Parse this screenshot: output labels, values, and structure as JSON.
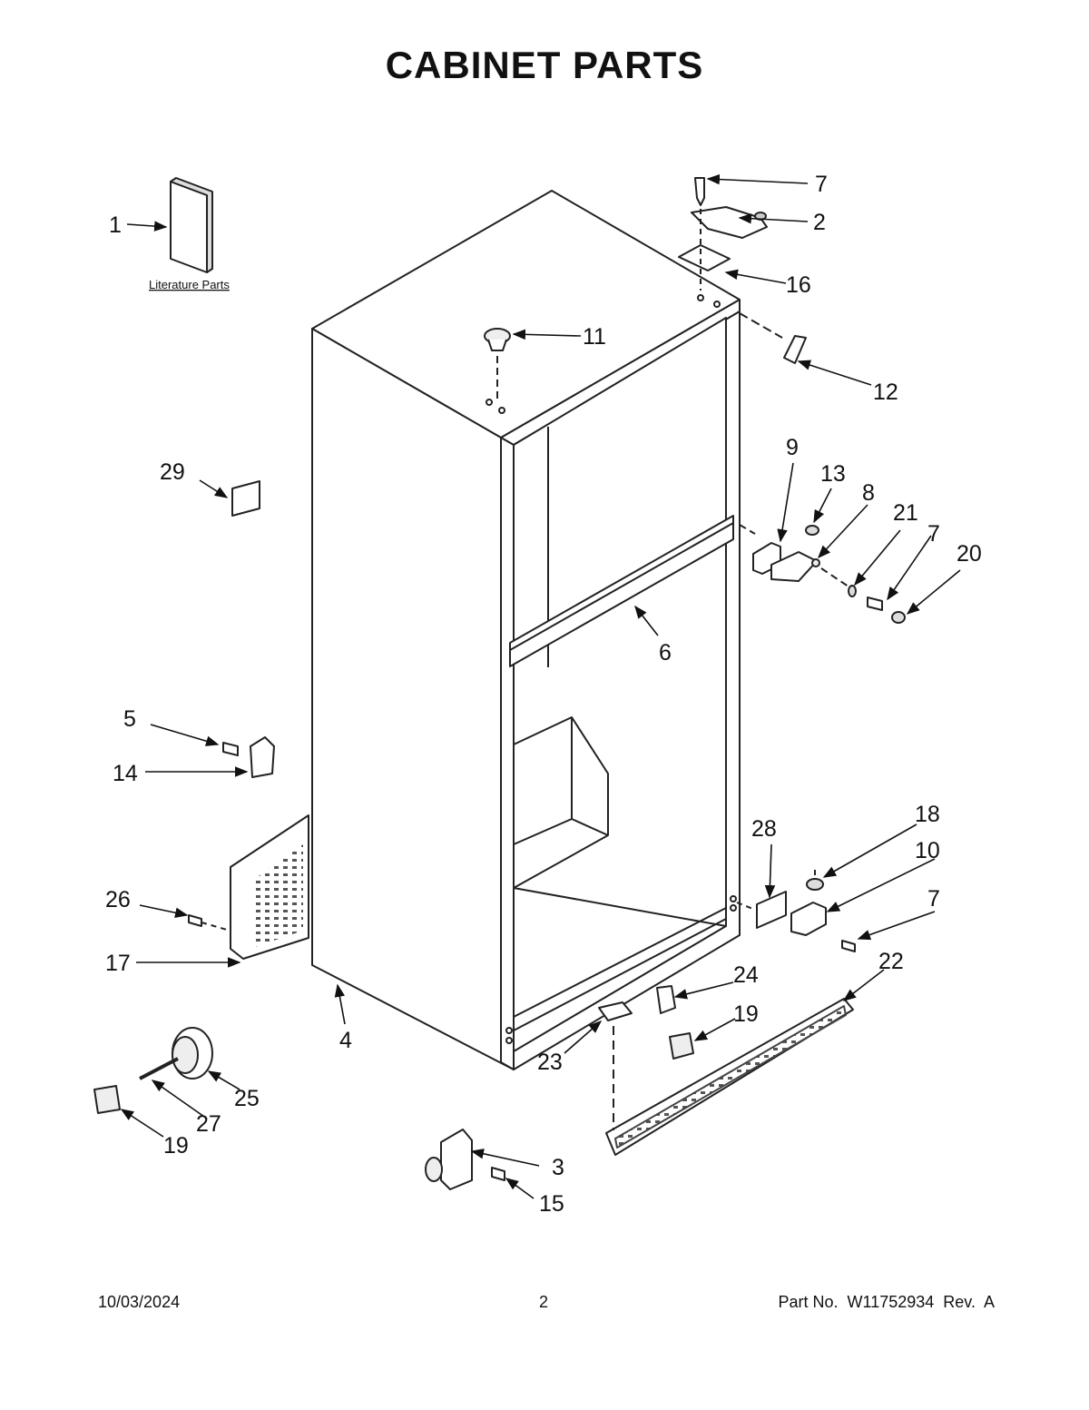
{
  "title": "CABINET PARTS",
  "literature_label": "Literature Parts",
  "callouts": [
    {
      "id": "c1",
      "label": "1"
    },
    {
      "id": "c2",
      "label": "2"
    },
    {
      "id": "c3",
      "label": "3"
    },
    {
      "id": "c4",
      "label": "4"
    },
    {
      "id": "c5",
      "label": "5"
    },
    {
      "id": "c6",
      "label": "6"
    },
    {
      "id": "c7a",
      "label": "7"
    },
    {
      "id": "c7b",
      "label": "7"
    },
    {
      "id": "c7c",
      "label": "7"
    },
    {
      "id": "c8",
      "label": "8"
    },
    {
      "id": "c9",
      "label": "9"
    },
    {
      "id": "c10",
      "label": "10"
    },
    {
      "id": "c11",
      "label": "11"
    },
    {
      "id": "c12",
      "label": "12"
    },
    {
      "id": "c13",
      "label": "13"
    },
    {
      "id": "c14",
      "label": "14"
    },
    {
      "id": "c15",
      "label": "15"
    },
    {
      "id": "c16",
      "label": "16"
    },
    {
      "id": "c17",
      "label": "17"
    },
    {
      "id": "c18",
      "label": "18"
    },
    {
      "id": "c19a",
      "label": "19"
    },
    {
      "id": "c19b",
      "label": "19"
    },
    {
      "id": "c20",
      "label": "20"
    },
    {
      "id": "c21",
      "label": "21"
    },
    {
      "id": "c22",
      "label": "22"
    },
    {
      "id": "c23",
      "label": "23"
    },
    {
      "id": "c24",
      "label": "24"
    },
    {
      "id": "c25",
      "label": "25"
    },
    {
      "id": "c26",
      "label": "26"
    },
    {
      "id": "c27",
      "label": "27"
    },
    {
      "id": "c28",
      "label": "28"
    },
    {
      "id": "c29",
      "label": "29"
    }
  ],
  "footer": {
    "date": "10/03/2024",
    "page": "2",
    "part_number": "Part No.  W11752934  Rev.  A"
  }
}
